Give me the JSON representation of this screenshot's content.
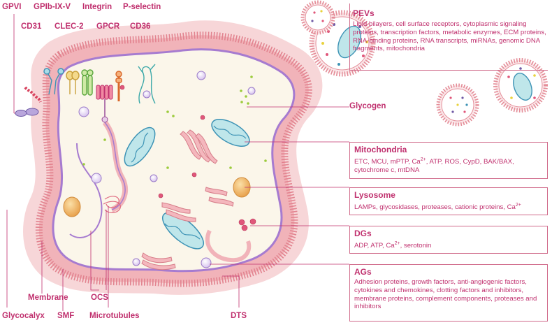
{
  "receptors": {
    "gpvi": "GPVI",
    "gpib": "GPIb-IX-V",
    "integrin": "Integrin",
    "pselectin": "P-selectin",
    "cd31": "CD31",
    "clec2": "CLEC-2",
    "gpcr": "GPCR",
    "cd36": "CD36"
  },
  "glycogen": "Glycogen",
  "bottom_labels": {
    "glycocalyx": "Glycocalyx",
    "membrane": "Membrane",
    "smf": "SMF",
    "ocs": "OCS",
    "microtubules": "Microtubules",
    "dts": "DTS"
  },
  "pevs": {
    "title": "PEVs",
    "desc": "Lipid bilayers, cell surface receptors, cytoplasmic signaling proteins, transcription factors, metabolic enzymes, ECM proteins, RNA-binding proteins, RNA transcripts, miRNAs, genomic DNA fragments, mitochondria"
  },
  "mitochondria": {
    "title": "Mitochondria",
    "desc_a": "ETC, MCU, mPTP, Ca",
    "desc_b": ", ATP, ROS, CypD, BAK/BAX,",
    "desc_c": "cytochrome c, mtDNA",
    "sup": "2+"
  },
  "lysosome": {
    "title": "Lysosome",
    "desc_a": "LAMPs, glycosidases, proteases, cationic proteins, Ca",
    "sup": "2+"
  },
  "dgs": {
    "title": "DGs",
    "desc_a": "ADP, ATP, Ca",
    "desc_b": ", serotonin",
    "sup": "2+"
  },
  "ags": {
    "title": "AGs",
    "desc": "Adhesion proteins, growth factors, anti-angiogenic factors, cytokines and chemokines, clotting factors and inhibitors, membrane proteins, complement components, proteases and inhibitors"
  },
  "colors": {
    "accent": "#c0306e",
    "glycocalyx": "#f6d2d4",
    "membrane": "#a67bd0",
    "cytoplasm": "#fdf8ef",
    "mitochondria": "#bfe6ea",
    "lysosome": "#f0b868"
  }
}
